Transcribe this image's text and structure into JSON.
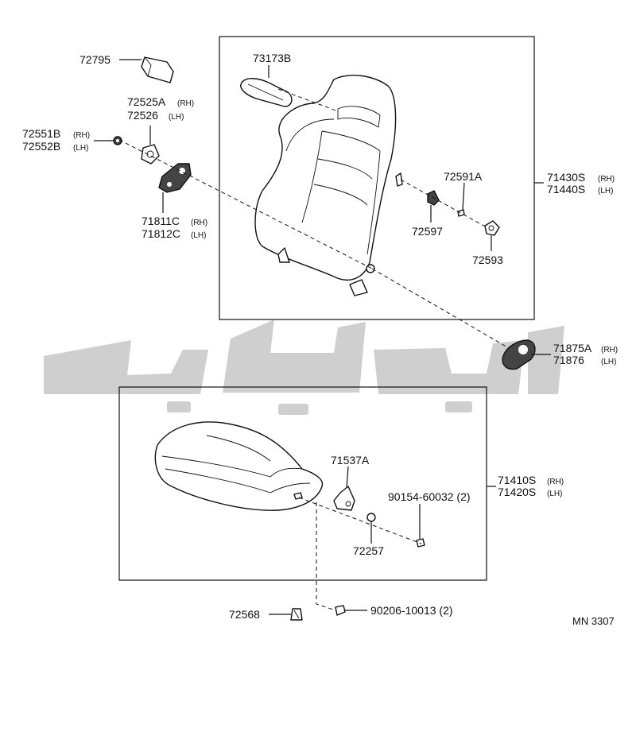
{
  "watermark": {
    "text": "تکو پارت",
    "color": "#cfcfcf"
  },
  "diagram_code": "MN 3307",
  "labels": {
    "p72795": "72795",
    "p73173b": "73173B",
    "p72525a": "72525A",
    "p72525a_sfx": "(RH)",
    "p72526": "72526",
    "p72526_sfx": "(LH)",
    "p72551b": "72551B",
    "p72551b_sfx": "(RH)",
    "p72552b": "72552B",
    "p72552b_sfx": "(LH)",
    "p71811c": "71811C",
    "p71811c_sfx": "(RH)",
    "p71812c": "71812C",
    "p71812c_sfx": "(LH)",
    "p72591a": "72591A",
    "p72597": "72597",
    "p72593": "72593",
    "p71430s": "71430S",
    "p71430s_sfx": "(RH)",
    "p71440s": "71440S",
    "p71440s_sfx": "(LH)",
    "p71875a": "71875A",
    "p71875a_sfx": "(RH)",
    "p71876": "71876",
    "p71876_sfx": "(LH)",
    "p71537a": "71537A",
    "p90154": "90154-60032 (2)",
    "p72257": "72257",
    "p71410s": "71410S",
    "p71410s_sfx": "(RH)",
    "p71420s": "71420S",
    "p71420s_sfx": "(LH)",
    "p72568": "72568",
    "p90206": "90206-10013 (2)"
  }
}
